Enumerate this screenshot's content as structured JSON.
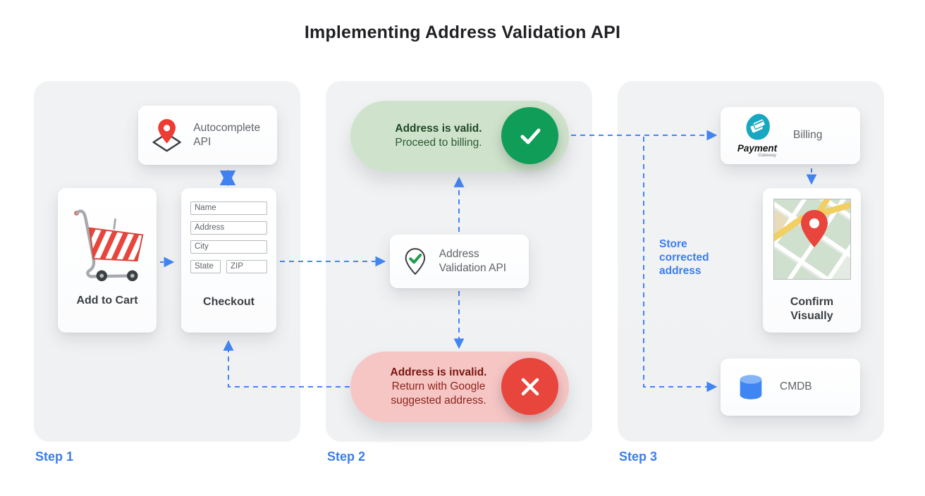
{
  "title": "Implementing Address Validation API",
  "colors": {
    "arrow_blue": "#4285F4",
    "step_label_blue": "#3B7DED",
    "valid_green": "#0F9D58",
    "valid_pill_bg": "#CFE3CC",
    "invalid_red": "#E8453C",
    "invalid_pill_bg": "#F6C6C5",
    "payment_teal": "#17A7C1",
    "cmdb_blue": "#3F86F4",
    "pin_red": "#EE3B33"
  },
  "icons": {
    "autocomplete": "map-pin-diamond-icon",
    "add_to_cart": "shopping-cart-icon",
    "validation": "pin-check-icon",
    "valid": "check-circle-icon",
    "invalid": "x-circle-icon",
    "billing": "payment-gateway-logo",
    "confirm": "map-thumbnail",
    "cmdb": "database-icon"
  },
  "step1": {
    "label": "Step 1",
    "autocomplete_card": {
      "label": "Autocomplete API"
    },
    "add_to_cart_card": {
      "label": "Add to Cart"
    },
    "checkout_card": {
      "label": "Checkout",
      "fields": {
        "name": "Name",
        "address": "Address",
        "city": "City",
        "state": "State",
        "zip": "ZIP"
      }
    }
  },
  "step2": {
    "label": "Step 2",
    "valid_pill": {
      "title": "Address is valid.",
      "subtitle": "Proceed to billing."
    },
    "validation_card": {
      "label": "Address Validation API"
    },
    "invalid_pill": {
      "title": "Address is invalid.",
      "subtitle": "Return with Google suggested address."
    }
  },
  "step3": {
    "label": "Step 3",
    "billing_card": {
      "label": "Billing",
      "logo_title": "Payment",
      "logo_subtitle": "Gateway"
    },
    "confirm_card": {
      "label": "Confirm Visually"
    },
    "cmdb_card": {
      "label": "CMDB"
    },
    "store_note": "Store corrected address"
  }
}
